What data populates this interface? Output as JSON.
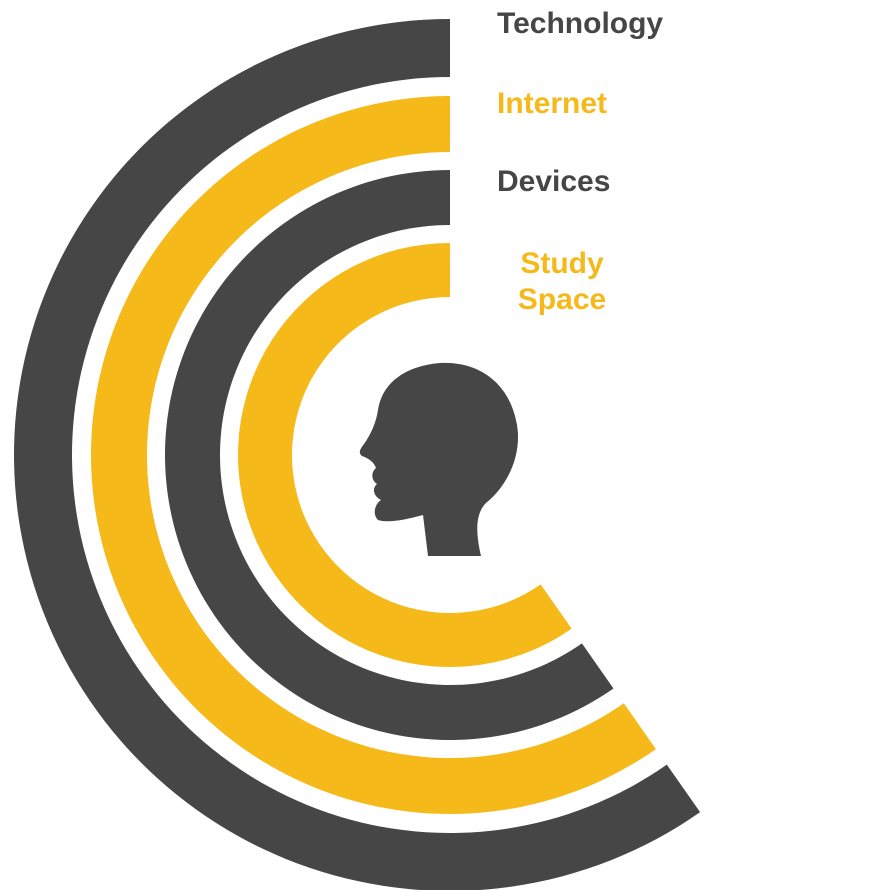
{
  "colors": {
    "dark": "#464646",
    "gold": "#f6b91a",
    "background": "#ffffff"
  },
  "rings": [
    {
      "label": "Technology",
      "color": "dark"
    },
    {
      "label": "Internet",
      "color": "gold"
    },
    {
      "label": "Devices",
      "color": "dark"
    },
    {
      "label_lines": [
        "Study",
        "Space"
      ],
      "color": "gold"
    }
  ],
  "center_icon": "human-head-silhouette-icon"
}
